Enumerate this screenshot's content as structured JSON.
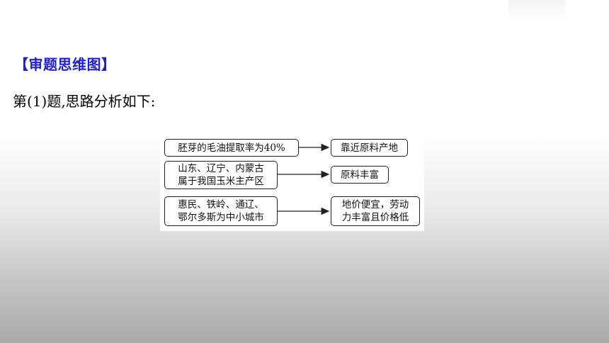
{
  "heading": "【审题思维图】",
  "intro": "第(1)题,思路分析如下:",
  "diagram": {
    "rows": [
      {
        "cause_lines": [
          "胚芽的毛油提取率为40%"
        ],
        "effect_lines": [
          "靠近原料产地"
        ]
      },
      {
        "cause_lines": [
          "山东、辽宁、内蒙古",
          "属于我国玉米主产区"
        ],
        "effect_lines": [
          "原料丰富"
        ]
      },
      {
        "cause_lines": [
          "惠民、铁岭、通辽、",
          "鄂尔多斯为中小城市"
        ],
        "effect_lines": [
          "地价便宜，劳动",
          "力丰富且价格低"
        ]
      }
    ]
  }
}
